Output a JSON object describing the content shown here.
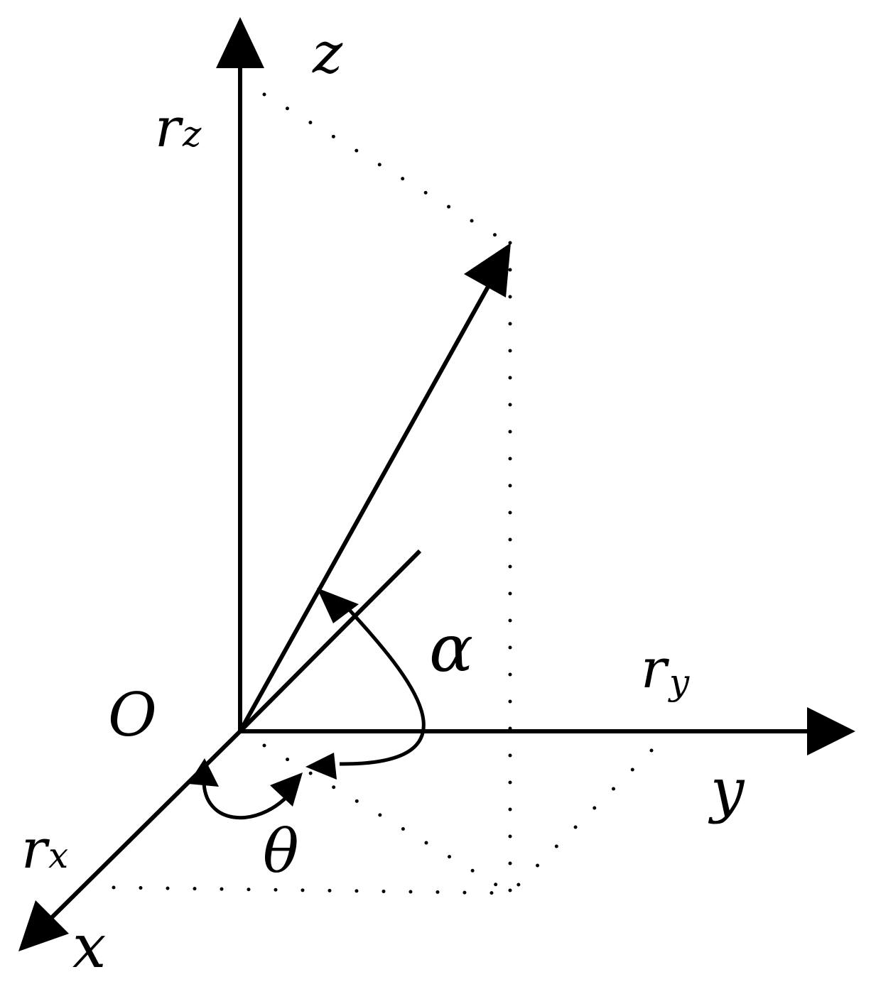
{
  "labels": {
    "z_axis": "z",
    "y_axis": "y",
    "x_axis": "x",
    "origin": "O",
    "alpha": "α",
    "theta": "θ",
    "r": "r",
    "rz_sub": "z",
    "ry_sub": "y",
    "rx_sub": "x"
  },
  "colors": {
    "stroke": "#000000",
    "background": "#ffffff"
  }
}
